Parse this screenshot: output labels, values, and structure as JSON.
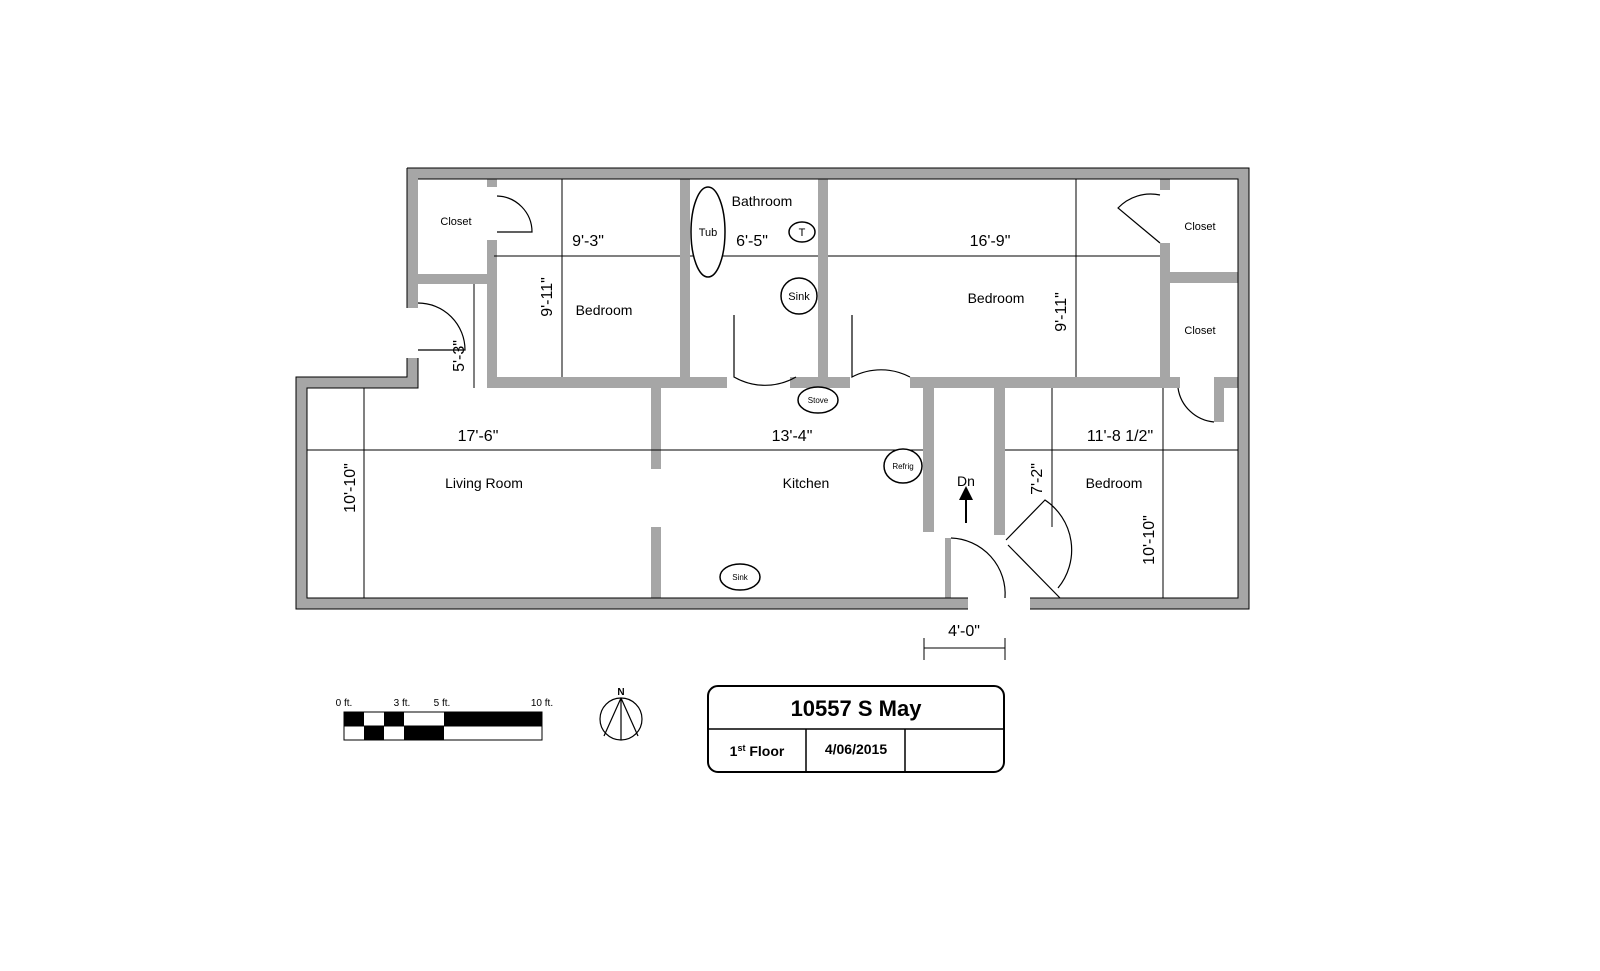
{
  "rooms": {
    "closet_nw": "Closet",
    "bedroom_nw": "Bedroom",
    "bathroom": "Bathroom",
    "bedroom_ne": "Bedroom",
    "closet_ne_top": "Closet",
    "closet_ne_bottom": "Closet",
    "living_room": "Living Room",
    "kitchen": "Kitchen",
    "bedroom_se": "Bedroom"
  },
  "fixtures": {
    "tub": "Tub",
    "toilet": "T",
    "bath_sink": "Sink",
    "stove": "Stove",
    "refrig": "Refrig",
    "kitchen_sink": "Sink"
  },
  "stairs": {
    "label": "Dn"
  },
  "dimensions": {
    "nw_bedroom_width": "9'-3\"",
    "nw_bedroom_depth": "9'-11\"",
    "bathroom_width": "6'-5\"",
    "ne_bedroom_width": "16'-9\"",
    "ne_bedroom_depth": "9'-11\"",
    "hall_depth": "5'-3\"",
    "living_width": "17'-6\"",
    "kitchen_width": "13'-4\"",
    "se_bedroom_width": "11'-8 1/2\"",
    "living_depth": "10'-10\"",
    "se_bedroom_depth": "10'-10\"",
    "se_bedroom_closet_depth": "7'-2\"",
    "entry_width": "4'-0\""
  },
  "scale_bar": {
    "labels": [
      "0 ft.",
      "3 ft.",
      "5 ft.",
      "10 ft."
    ]
  },
  "compass": {
    "label": "N"
  },
  "title_block": {
    "address": "10557 S May",
    "floor_num": "1",
    "floor_sup": "st",
    "floor_word": " Floor",
    "date": "4/06/2015"
  }
}
